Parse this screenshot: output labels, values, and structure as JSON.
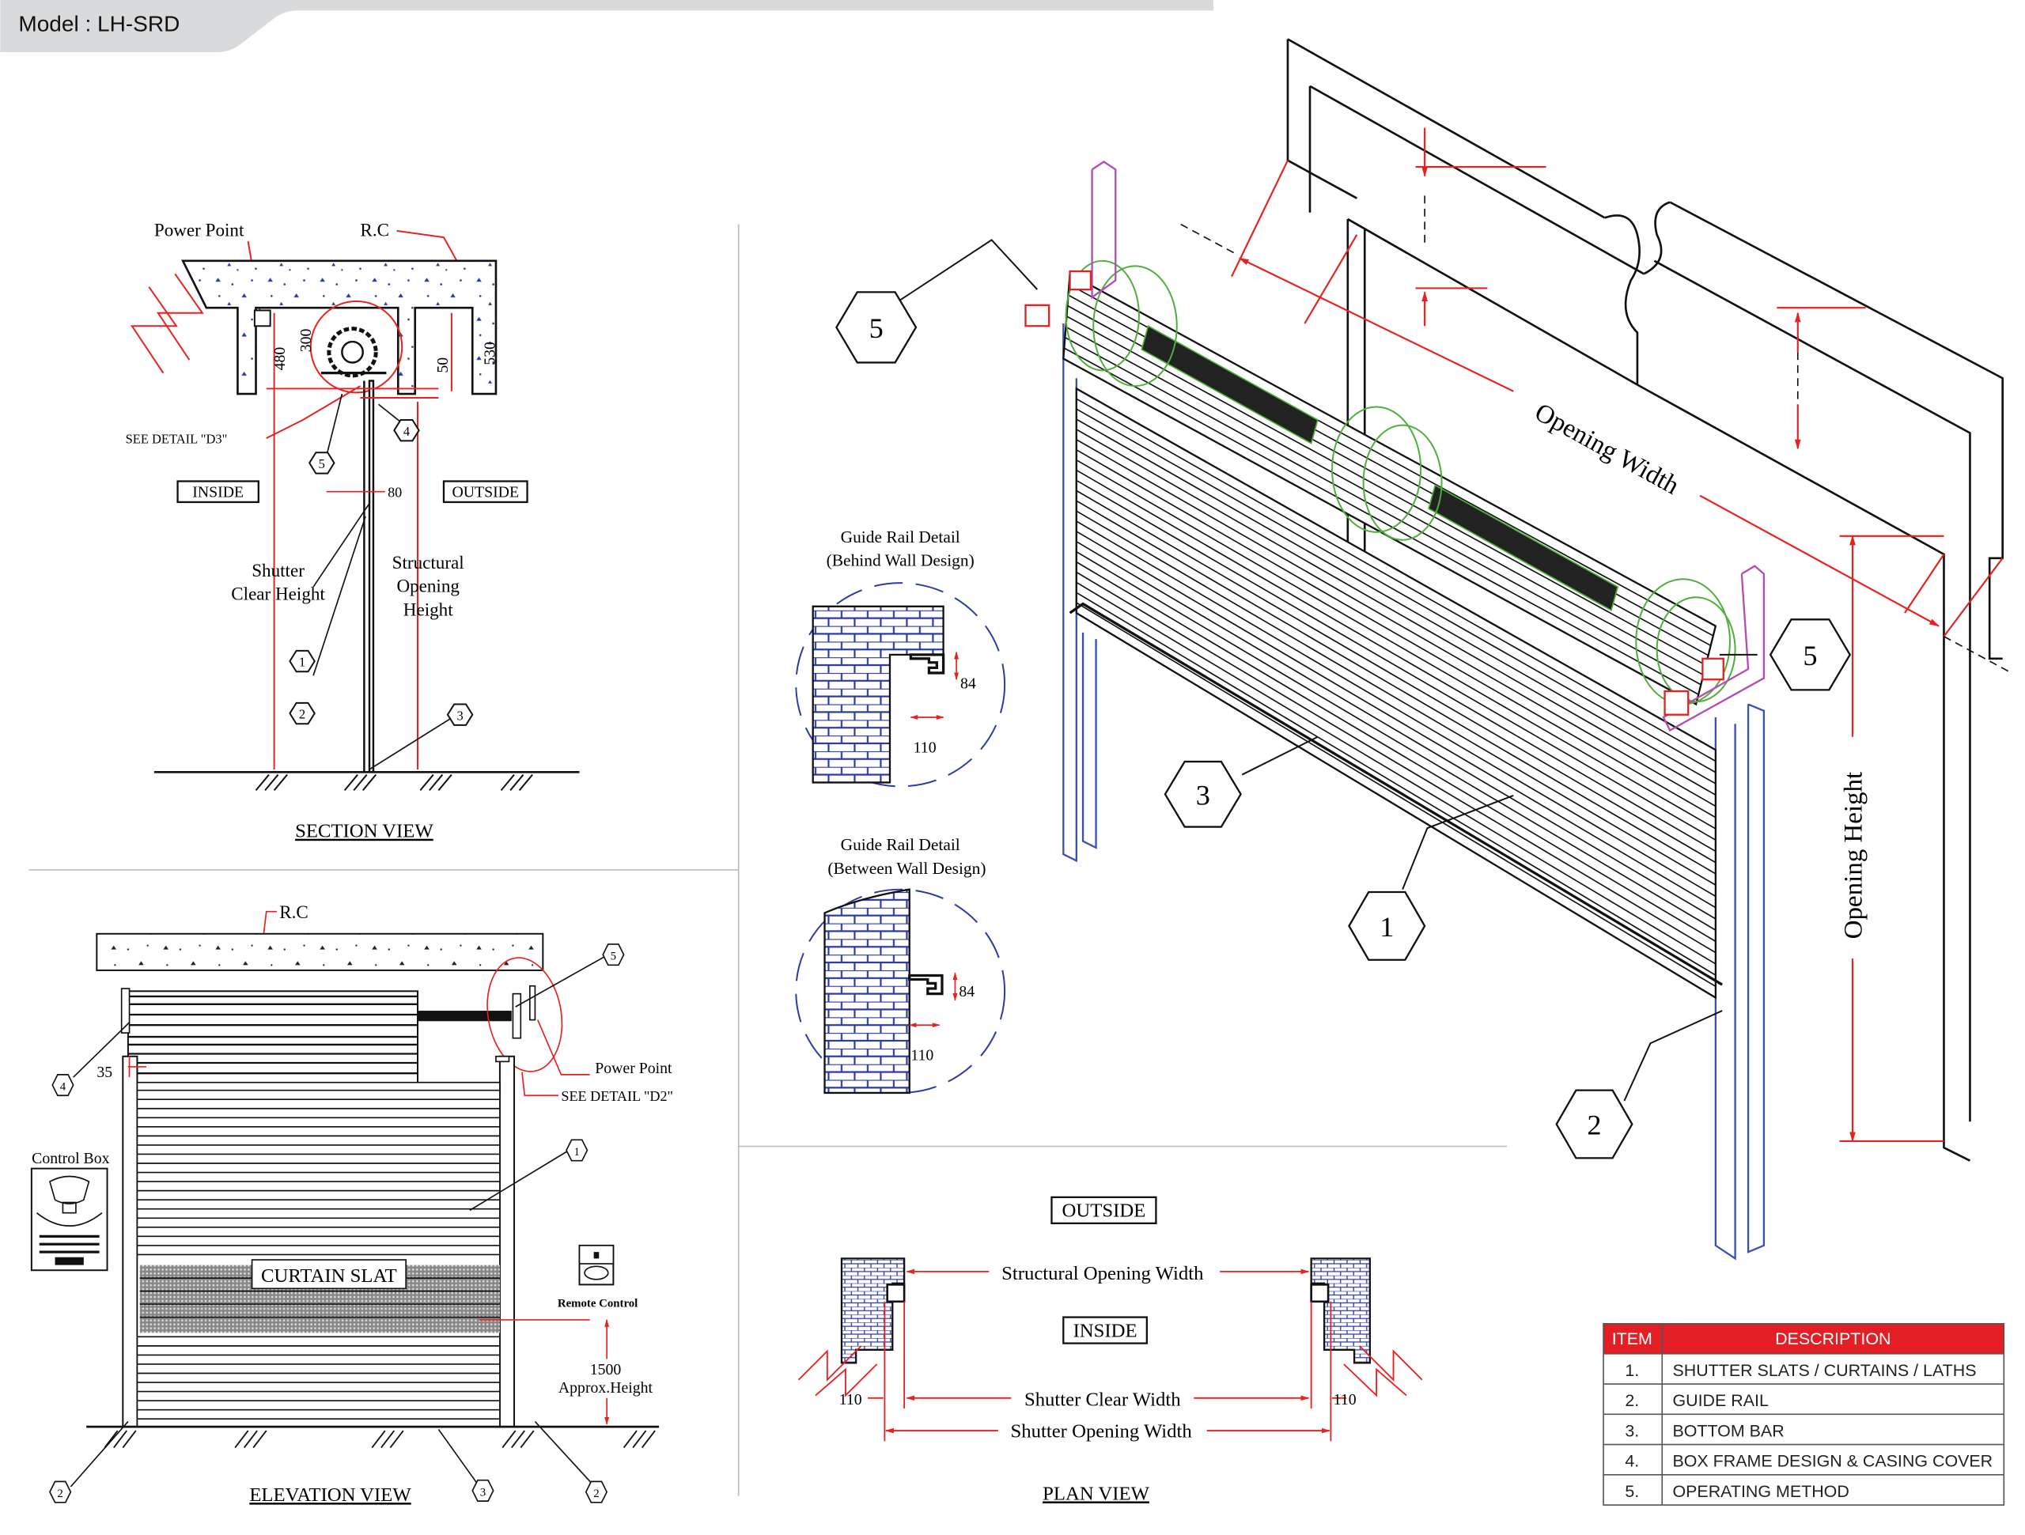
{
  "header": {
    "model_label": "Model : LH-SRD",
    "tab_color": "#d9dadc"
  },
  "colors": {
    "dimension": "#e8201f",
    "brick": "#2b3aa0",
    "rail": "#3b4fb8",
    "bracket": "#b54bb5",
    "drum": "#4fae3a",
    "table_header": "#e31e24"
  },
  "section_view": {
    "title": "SECTION VIEW",
    "power_point": "Power Point",
    "rc": "R.C",
    "see_detail": "SEE DETAIL \"D3\"",
    "inside": "INSIDE",
    "outside": "OUTSIDE",
    "dim_480": "480",
    "dim_300": "300",
    "dim_50": "50",
    "dim_530": "530",
    "dim_80": "80",
    "shutter_clear_height": [
      "Shutter",
      "Clear Height"
    ],
    "structural_opening_height": [
      "Structural",
      "Opening",
      "Height"
    ],
    "callouts": [
      "1",
      "2",
      "3",
      "4",
      "5"
    ]
  },
  "elevation_view": {
    "title": "ELEVATION VIEW",
    "rc": "R.C",
    "power_point": "Power Point",
    "see_detail": "SEE DETAIL \"D2\"",
    "dim_35": "35",
    "control_box": "Control Box",
    "curtain_slat": "CURTAIN SLAT",
    "remote_control": "Remote Control",
    "approx_height_value": "1500",
    "approx_height_label": "Approx.Height",
    "callouts": [
      "5",
      "4",
      "1",
      "2",
      "3",
      "2"
    ]
  },
  "guide_rail_details": [
    {
      "title": "Guide Rail Detail",
      "subtitle": "(Behind Wall Design)",
      "dim_h": "84",
      "dim_w": "110"
    },
    {
      "title": "Guide Rail Detail",
      "subtitle": "(Between Wall Design)",
      "dim_h": "84",
      "dim_w": "110"
    }
  ],
  "iso_view": {
    "opening_width": "Opening Width",
    "opening_height": "Opening Height",
    "callouts": [
      "5",
      "5",
      "3",
      "1",
      "2"
    ]
  },
  "plan_view": {
    "title": "PLAN VIEW",
    "outside": "OUTSIDE",
    "inside": "INSIDE",
    "structural_opening_width": "Structural Opening Width",
    "shutter_clear_width": "Shutter Clear Width",
    "shutter_opening_width": "Shutter Opening Width",
    "dim_left": "110",
    "dim_right": "110"
  },
  "parts_table": {
    "headers": [
      "ITEM",
      "DESCRIPTION"
    ],
    "rows": [
      {
        "item": "1.",
        "description": "SHUTTER SLATS / CURTAINS / LATHS"
      },
      {
        "item": "2.",
        "description": "GUIDE RAIL"
      },
      {
        "item": "3.",
        "description": "BOTTOM BAR"
      },
      {
        "item": "4.",
        "description": "BOX FRAME DESIGN & CASING COVER"
      },
      {
        "item": "5.",
        "description": "OPERATING METHOD"
      }
    ]
  }
}
